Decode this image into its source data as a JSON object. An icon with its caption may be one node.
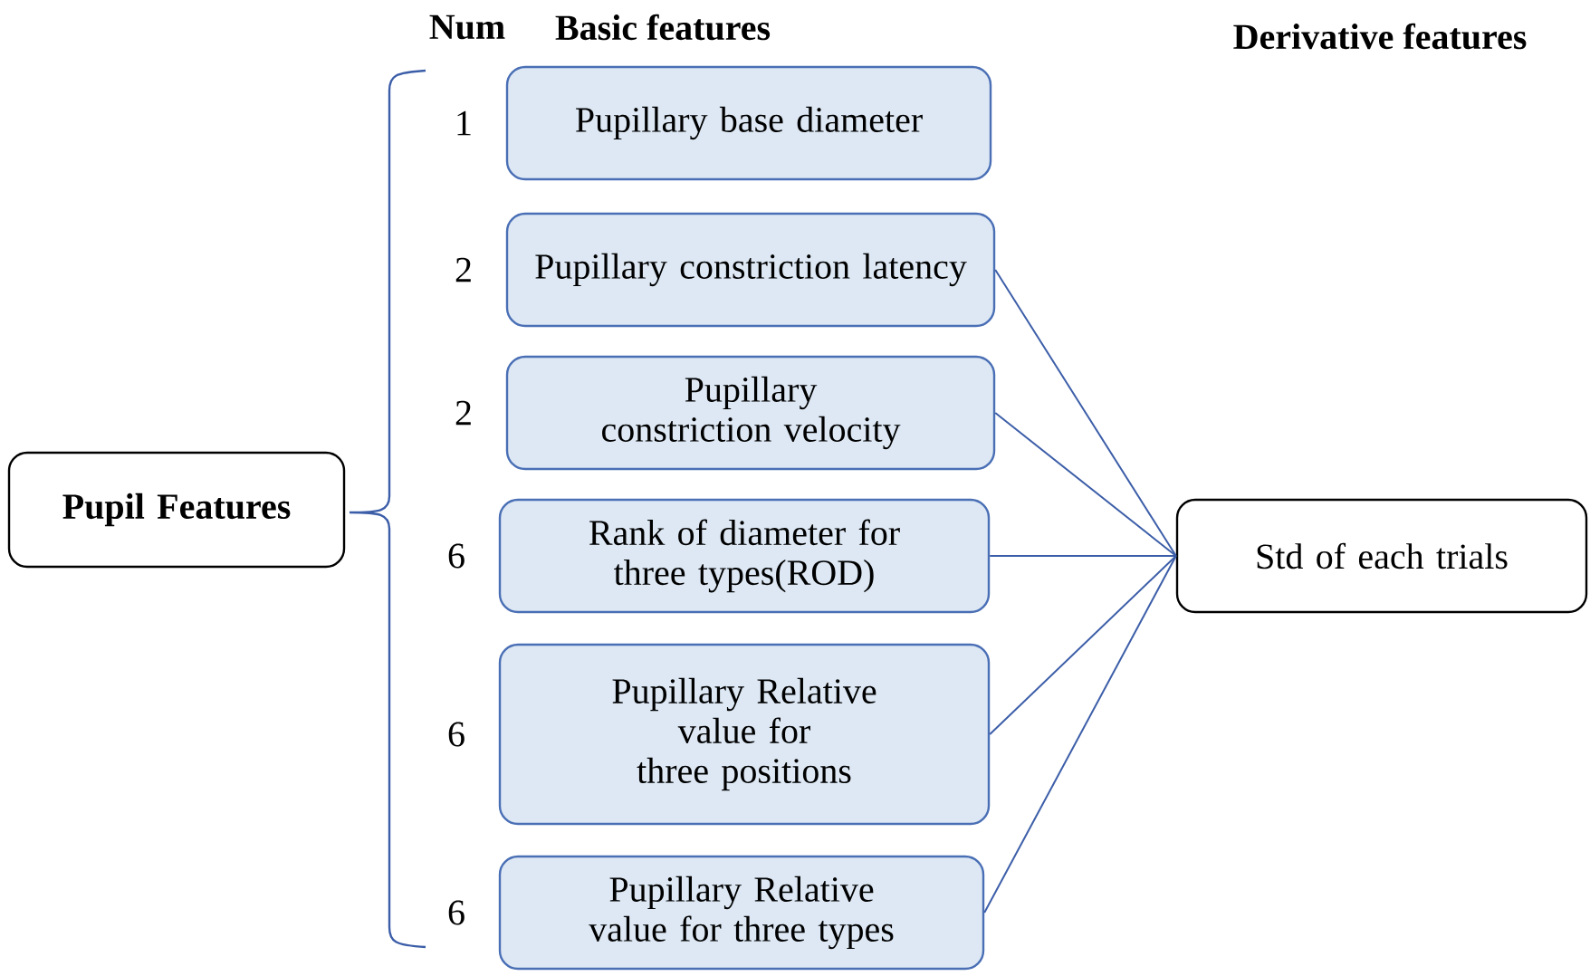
{
  "diagram": {
    "nodes": [
      {
        "text": [
          "Pupil Features"
        ]
      },
      {
        "text": [
          "Pupillary base diameter"
        ],
        "beside": [
          "1"
        ]
      },
      {
        "text": [
          "Pupillary constriction latency"
        ],
        "beside": [
          "2"
        ]
      },
      {
        "text": [
          "Pupillary constriction velocity"
        ],
        "beside": [
          "2"
        ]
      },
      {
        "text": [
          "Rank of diameter for three types(ROD)"
        ],
        "beside": [
          "6"
        ]
      },
      {
        "text": [
          "Pupillary Relative value for three positions"
        ],
        "beside": [
          "6"
        ]
      },
      {
        "text": [
          "Pupillary Relative value for three types"
        ],
        "beside": [
          "6"
        ]
      },
      {
        "text": [
          "Std of each trials"
        ]
      }
    ],
    "edges": [
      {
        "from": 2,
        "to": 7,
        "arrow": "none"
      },
      {
        "from": 3,
        "to": 7,
        "arrow": "none"
      },
      {
        "from": 4,
        "to": 7,
        "arrow": "none"
      },
      {
        "from": 5,
        "to": 7,
        "arrow": "none"
      },
      {
        "from": 6,
        "to": 7,
        "arrow": "none"
      }
    ],
    "labels": [
      "Num",
      "Basic features",
      "Derivative features"
    ]
  }
}
